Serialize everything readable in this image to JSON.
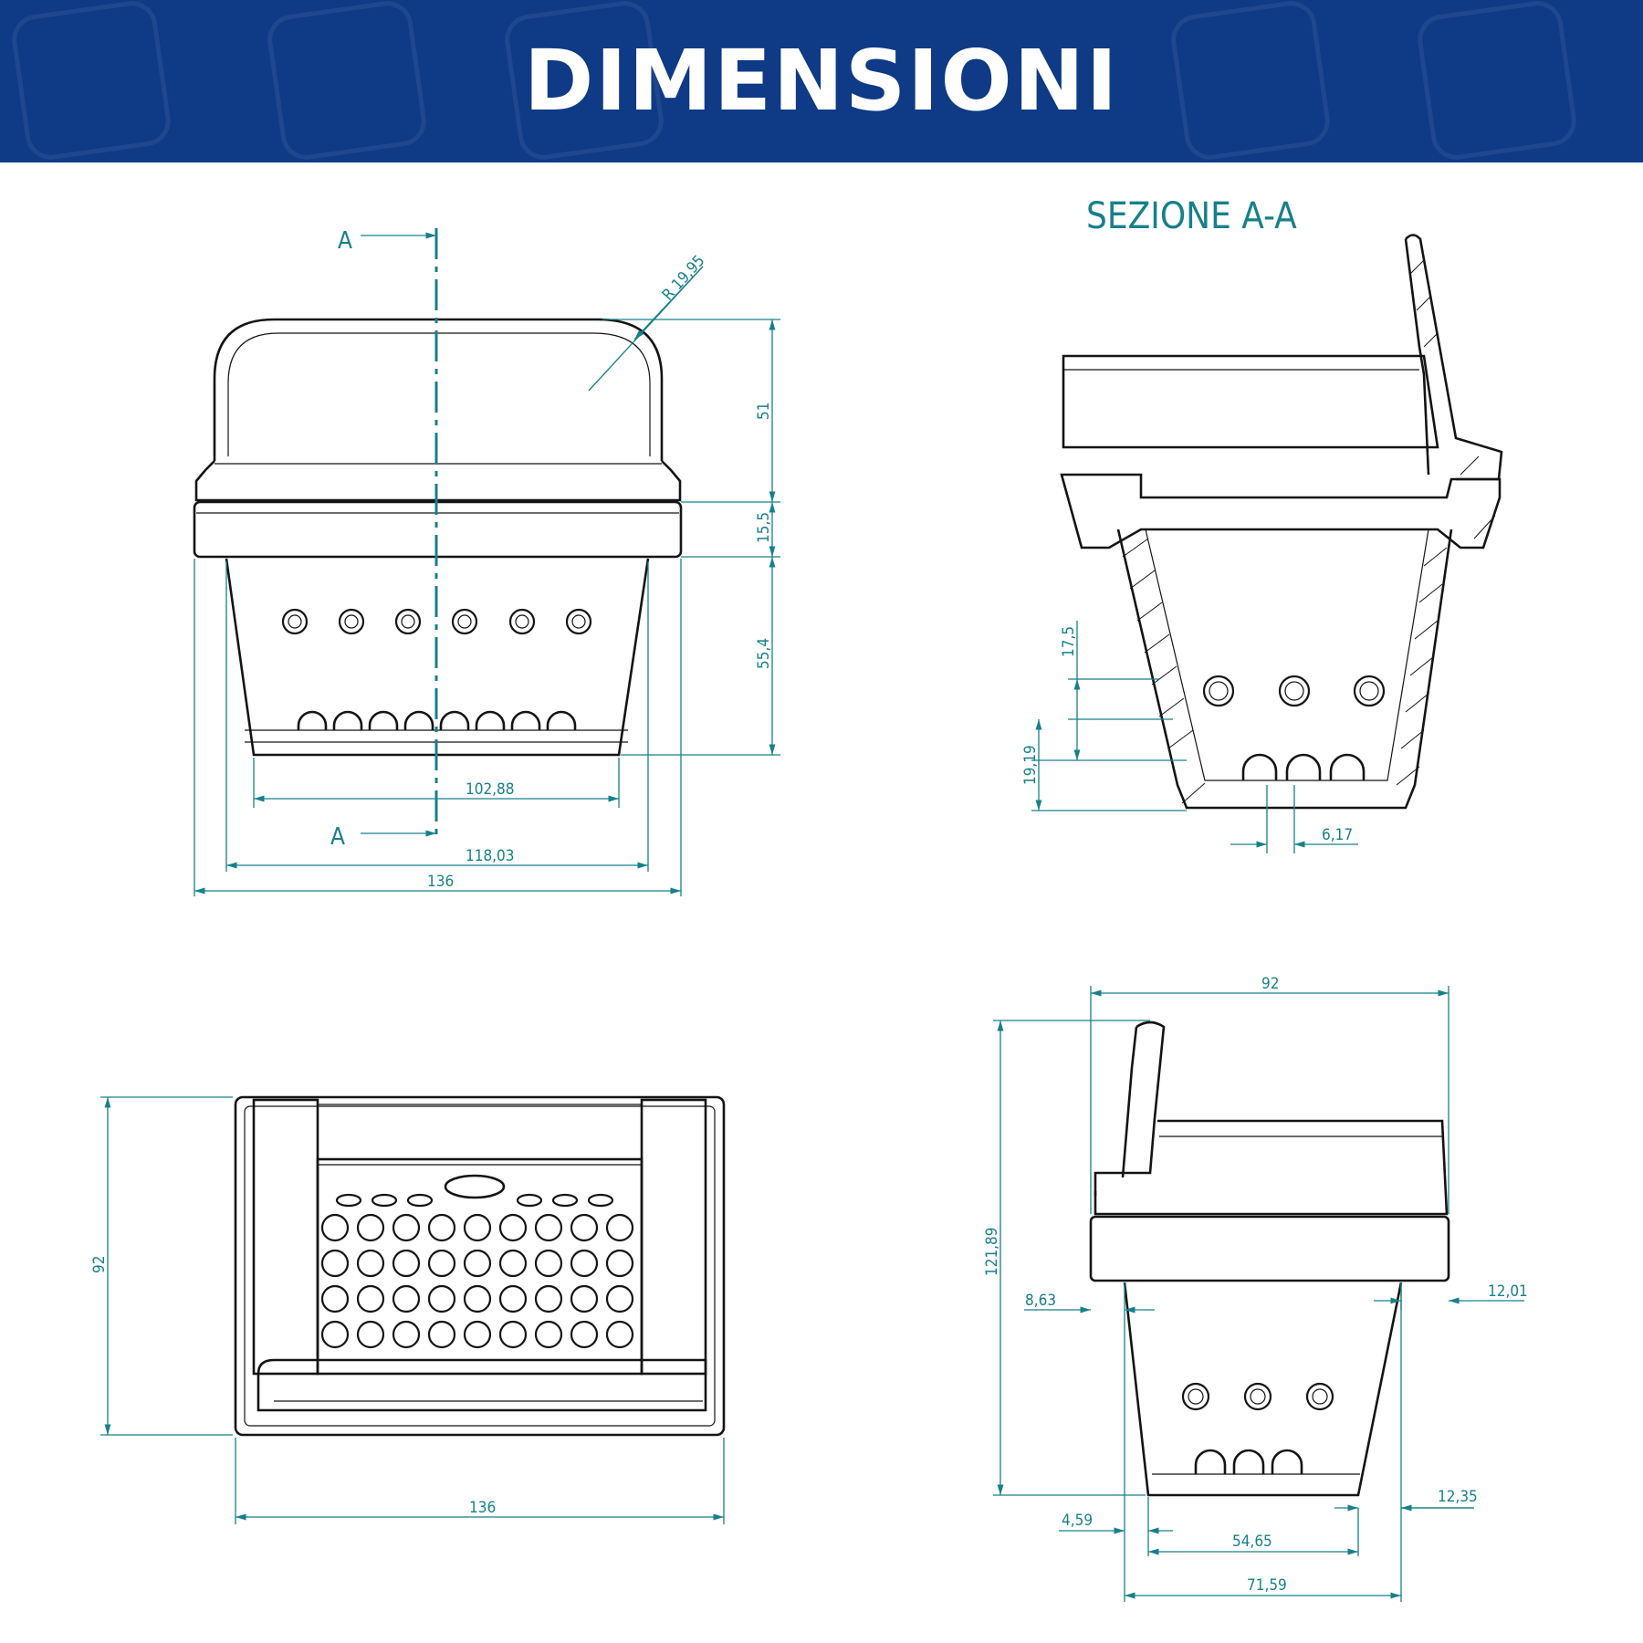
{
  "header": {
    "title": "DIMENSIONI",
    "color": "#0e3a86"
  },
  "colors": {
    "dimension": "#17808a",
    "outline": "#141414",
    "background": "#ffffff"
  },
  "front_view": {
    "section_marker_top": "A",
    "section_marker_bottom": "A",
    "radius_label": "R 19,95",
    "dim_51": "51",
    "dim_15_5": "15,5",
    "dim_55_4": "55,4",
    "dim_102_88": "102,88",
    "dim_118_03": "118,03",
    "dim_136": "136"
  },
  "section_view": {
    "title": "SEZIONE A-A",
    "dim_17_5": "17,5",
    "dim_19_19": "19,19",
    "dim_6_17": "6,17"
  },
  "top_view": {
    "dim_92": "92",
    "dim_136": "136"
  },
  "side_view": {
    "dim_92": "92",
    "dim_121_89": "121,89",
    "dim_8_63": "8,63",
    "dim_12_01": "12,01",
    "dim_12_35": "12,35",
    "dim_4_59": "4,59",
    "dim_54_65": "54,65",
    "dim_71_59": "71,59"
  }
}
